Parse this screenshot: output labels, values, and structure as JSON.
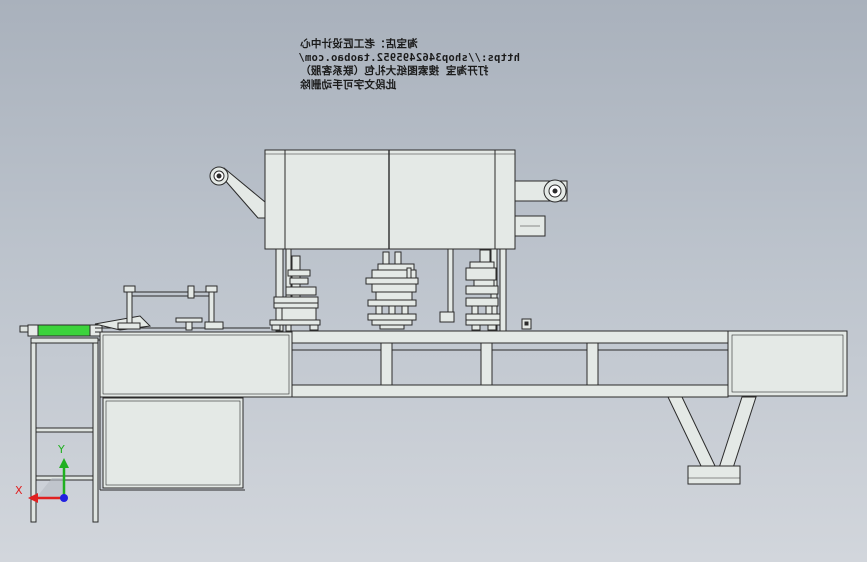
{
  "watermark": {
    "lines": [
      "淘宝店：老工匠设计中心",
      "https://shop3462495952.taobao.com/",
      "打开淘宝 搜索图纸大礼包（联系客服）",
      "此段文字可手动删除"
    ]
  },
  "triad": {
    "x_label": "X",
    "y_label": "Y",
    "colors": {
      "x": "#e02020",
      "y": "#20b020",
      "z": "#2020e0"
    }
  },
  "colors": {
    "background_top": "#a9b1bc",
    "background_bottom": "#d2d6dc",
    "panel_fill": "#e4e9e6",
    "line": "#2b2b2b",
    "roller_green": "#3cd33c"
  }
}
